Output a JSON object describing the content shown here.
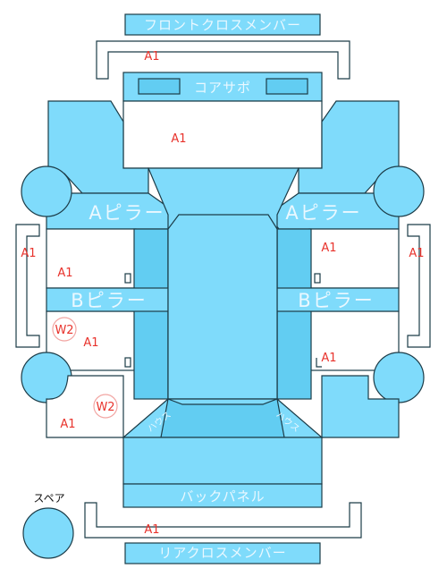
{
  "colors": {
    "panel": "#7fdbfb",
    "panel_dark": "#62cdf2",
    "outline": "#1c3c48",
    "mark": "#e8332c",
    "mark_ring": "#f2a5a2"
  },
  "parts": {
    "front_cross_member": "フロントクロスメンバー",
    "core_support": "コアサポ",
    "a_pillar_left": "Aピラー",
    "a_pillar_right": "Aピラー",
    "b_pillar_left": "Bピラー",
    "b_pillar_right": "Bピラー",
    "house_left": "ハウス",
    "house_right": "ハウス",
    "back_panel": "バックパネル",
    "rear_cross_member": "リアクロスメンバー",
    "spare": "スペア"
  },
  "marks": {
    "front_cross": "A1",
    "core_area": "A1",
    "left_side_sill": "A1",
    "right_side_sill": "A1",
    "left_front_door": "A1",
    "right_front_door": "A1",
    "left_rear_door_w": "W2",
    "left_rear_door": "A1",
    "right_rear_door": "A1",
    "left_quarter_w": "W2",
    "left_quarter": "A1",
    "rear_cross": "A1"
  }
}
